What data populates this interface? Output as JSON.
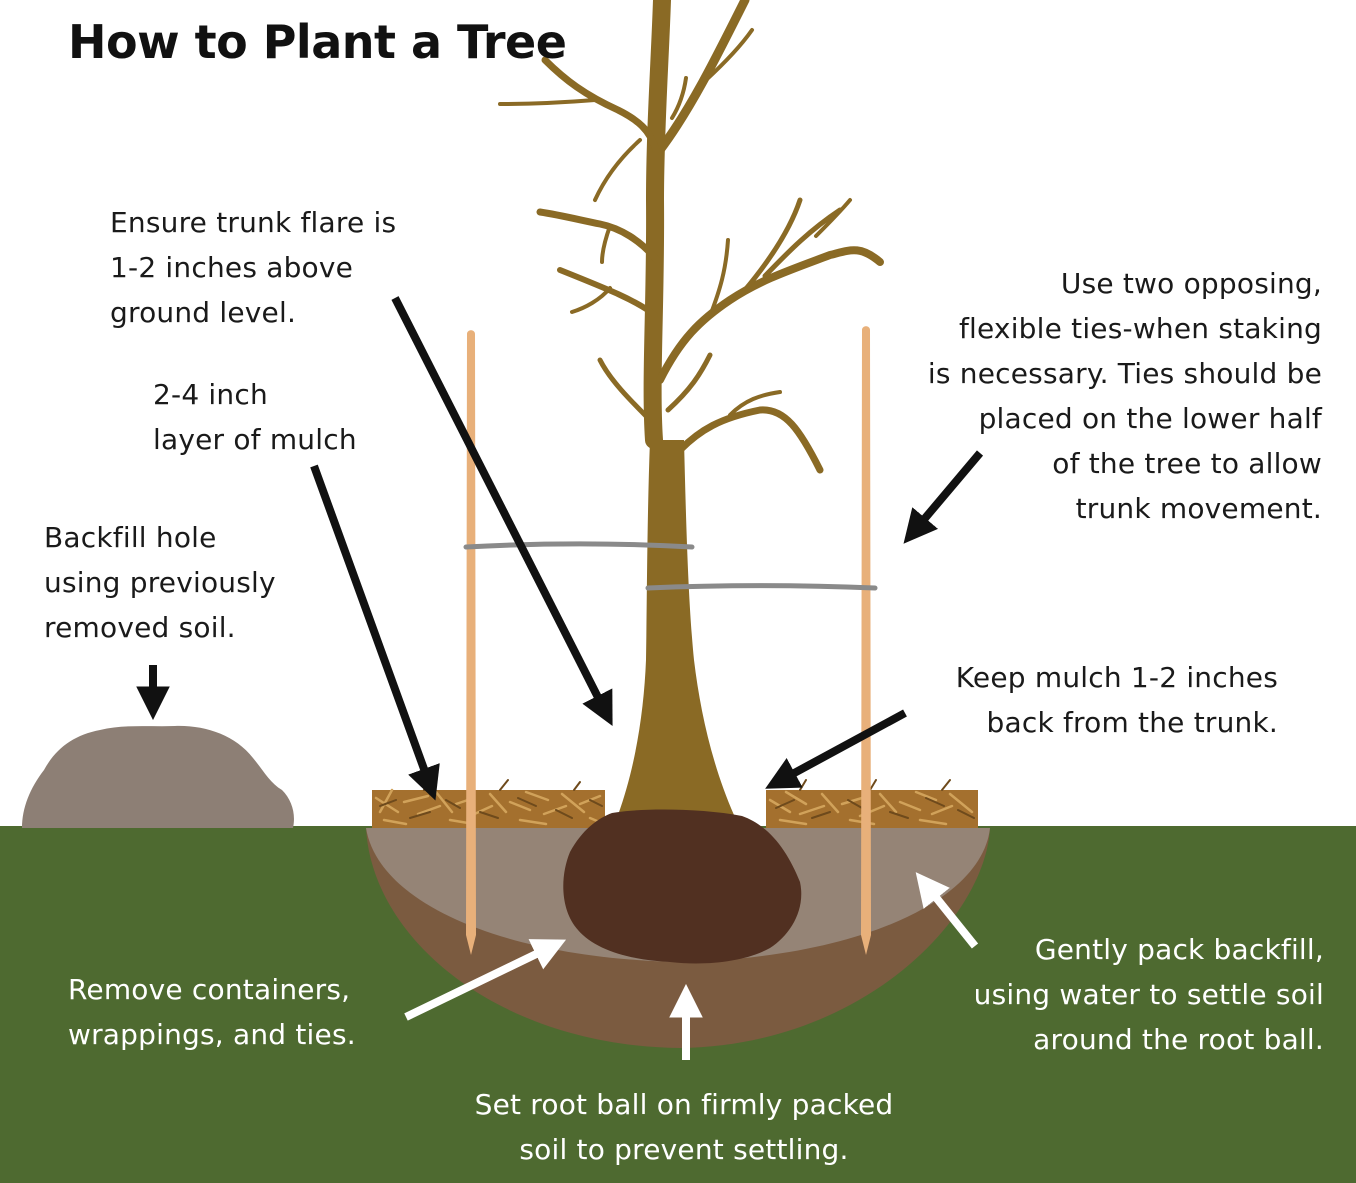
{
  "title": "How to Plant a Tree",
  "callouts": {
    "trunk_flare": [
      "Ensure trunk flare is",
      "1-2 inches above",
      "ground level."
    ],
    "mulch_layer": [
      "2-4 inch",
      "layer of mulch"
    ],
    "backfill_hole": [
      "Backfill hole",
      "using previously",
      "removed soil."
    ],
    "ties": [
      "Use two opposing,",
      "flexible ties-when staking",
      "is necessary. Ties should be",
      "placed on the lower half",
      "of the tree to allow",
      "trunk movement."
    ],
    "mulch_back": [
      "Keep mulch 1-2 inches",
      "back from the trunk."
    ],
    "remove_containers": [
      "Remove containers,",
      "wrappings, and ties."
    ],
    "pack_backfill": [
      "Gently pack backfill,",
      "using water to settle soil",
      "around the root ball."
    ],
    "root_ball": [
      "Set root ball on firmly packed",
      "soil to prevent settling."
    ]
  },
  "colors": {
    "grass": "#4e6a30",
    "backfill": "#958476",
    "hole_soil": "#7b5b40",
    "root_ball": "#513021",
    "soil_pile": "#8d7f75",
    "trunk": "#8a6a25",
    "stake": "#e8b07a",
    "tie": "#8a8a8a",
    "mulch": "#b2803c"
  }
}
